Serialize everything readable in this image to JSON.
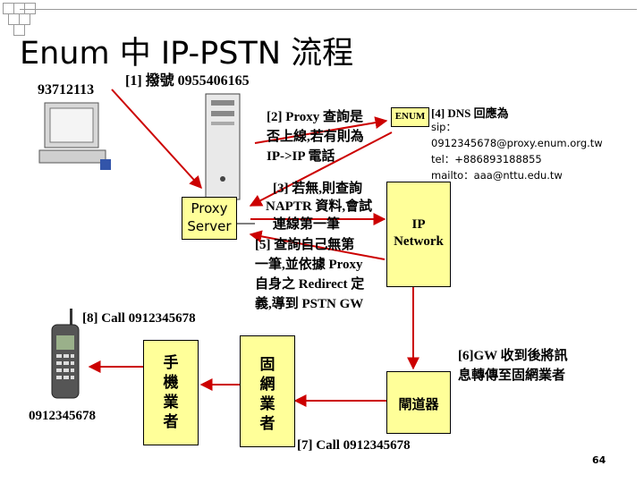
{
  "title": "Enum 中 IP-PSTN 流程",
  "caller_number": "93712113",
  "steps": {
    "s1": "[1] 撥號 0955406165",
    "s2": [
      "[2] Proxy 查詢是",
      "否上線,若有則為",
      "IP->IP 電話"
    ],
    "s3": [
      "[3] 若無,則查詢",
      "NAPTR 資料,會試",
      "連線第一筆"
    ],
    "s4": [
      "[4] DNS 回應為",
      "sip：",
      "0912345678@proxy.enum.org.tw",
      "tel：+886893188855",
      "mailto：aaa@nttu.edu.tw"
    ],
    "s5": [
      "[5] 查詢自己無第",
      "一筆,並依據 Proxy",
      "自身之 Redirect 定",
      "義,導到 PSTN GW"
    ],
    "s6": [
      "[6]GW 收到後將訊",
      "息轉傳至固網業者"
    ],
    "s7": "[7] Call 0912345678",
    "s8": "[8] Call 0912345678"
  },
  "nodes": {
    "enum_label": "ENUM",
    "ip_network": [
      "IP",
      "Network"
    ],
    "proxy_server": [
      "Proxy",
      "Server"
    ],
    "mobile_operator": "手\n機\n業\n者",
    "fixed_operator": "固\n網\n業\n者",
    "gateway": "閘道器"
  },
  "mobile_number": "0912345678",
  "page_number": "64",
  "colors": {
    "box_fill": "#ffff99",
    "arrow": "#cc0000",
    "line": "#000000",
    "bullet_border": "#999999"
  }
}
